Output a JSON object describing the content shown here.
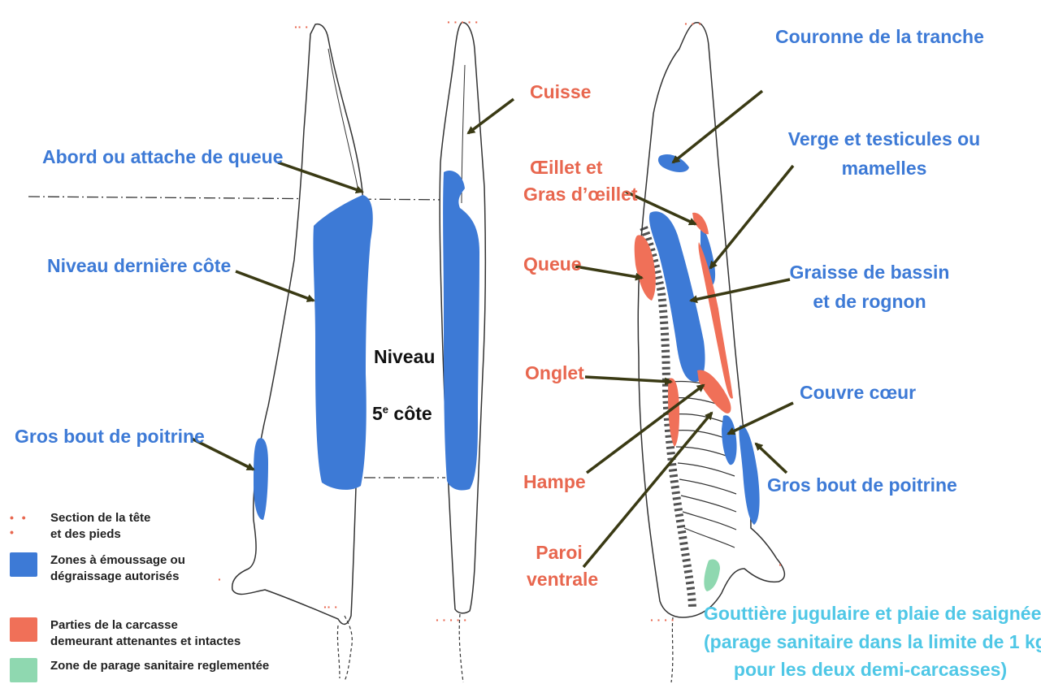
{
  "labels": {
    "abord_queue": "Abord ou attache de queue",
    "niveau_derniere_cote": "Niveau dernière côte",
    "gros_bout_poitrine_left": "Gros bout de poitrine",
    "niveau": "Niveau",
    "cinquieme_cote_num": "5",
    "cinquieme_cote_sup": "e",
    "cinquieme_cote_word": "côte",
    "cuisse": "Cuisse",
    "oeillet_line1": "Œillet et",
    "oeillet_line2": "Gras d’œillet",
    "queue": "Queue",
    "onglet": "Onglet",
    "hampe": "Hampe",
    "paroi_line1": "Paroi",
    "paroi_line2": "ventrale",
    "couronne": "Couronne de la tranche",
    "verge_line1": "Verge et testicules ou",
    "verge_line2": "mamelles",
    "graisse_line1": "Graisse de bassin",
    "graisse_line2": "et de rognon",
    "couvre_coeur": "Couvre cœur",
    "gros_bout_poitrine_right": "Gros bout de poitrine",
    "gouttiere_line1": "Gouttière jugulaire et plaie de saignée",
    "gouttiere_line2": "(parage sanitaire dans la limite de 1 kg",
    "gouttiere_line3": "pour les deux demi-carcasses)"
  },
  "legend": [
    {
      "kind": "dots",
      "text": "Section de la tête\net des pieds",
      "color": "#e8674f"
    },
    {
      "kind": "swatch",
      "text": "Zones à émoussage ou\ndégraissage autorisés",
      "color": "#3d7ad6"
    },
    {
      "kind": "swatch",
      "text": "Parties de la carcasse\ndemeurant attenantes et intactes",
      "color": "#f07058"
    },
    {
      "kind": "swatch",
      "text": "Zone de parage sanitaire reglementée",
      "color": "#8fd8b0"
    }
  ],
  "colors": {
    "blue_zone": "#3d7ad6",
    "red_zone": "#f07058",
    "green_zone": "#8fd8b0",
    "label_blue": "#3d7ad6",
    "label_red": "#e8674f",
    "label_cyan": "#4fc7e6",
    "arrow": "#3a3a14",
    "outline": "#333333"
  }
}
